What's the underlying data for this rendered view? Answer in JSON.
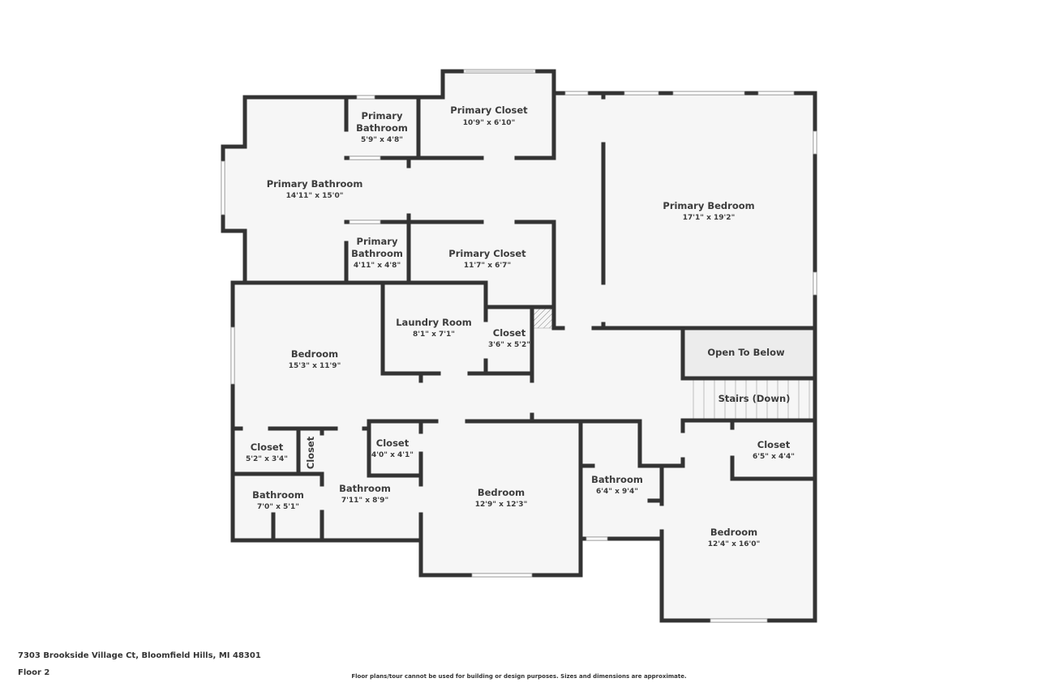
{
  "floorplan": {
    "address": "7303 Brookside Village Ct, Bloomfield Hills, MI 48301",
    "floor_label": "Floor 2",
    "disclaimer": "Floor plans/tour cannot be used for building or design purposes. Sizes and dimensions are approximate.",
    "colors": {
      "wall": "#333333",
      "floor": "#f6f6f6",
      "open_to_below": "#ececec",
      "text": "#3c3c3c"
    },
    "rooms": [
      {
        "name_line1": "Primary",
        "name_line2": "Bathroom",
        "dimensions": "5'9\" x 4'8\""
      },
      {
        "name": "Primary Closet",
        "dimensions": "10'9\" x 6'10\""
      },
      {
        "name": "Primary Bathroom",
        "dimensions": "14'11\" x 15'0\""
      },
      {
        "name": "Primary Bedroom",
        "dimensions": "17'1\" x 19'2\""
      },
      {
        "name_line1": "Primary",
        "name_line2": "Bathroom",
        "dimensions": "4'11\" x 4'8\""
      },
      {
        "name": "Primary Closet",
        "dimensions": "11'7\" x 6'7\""
      },
      {
        "name": "Laundry Room",
        "dimensions": "8'1\" x 7'1\""
      },
      {
        "name": "Closet",
        "dimensions": "3'6\" x 5'2\""
      },
      {
        "name": "Bedroom",
        "dimensions": "15'3\" x 11'9\""
      },
      {
        "name": "Open To Below"
      },
      {
        "name": "Stairs (Down)"
      },
      {
        "name": "Closet",
        "dimensions": "5'2\" x 3'4\""
      },
      {
        "name": "Closet"
      },
      {
        "name": "Closet",
        "dimensions": "4'0\" x 4'1\""
      },
      {
        "name": "Bathroom",
        "dimensions": "7'0\" x 5'1\""
      },
      {
        "name": "Bathroom",
        "dimensions": "7'11\" x 8'9\""
      },
      {
        "name": "Bedroom",
        "dimensions": "12'9\" x 12'3\""
      },
      {
        "name": "Bathroom",
        "dimensions": "6'4\" x 9'4\""
      },
      {
        "name": "Closet",
        "dimensions": "6'5\" x 4'4\""
      },
      {
        "name": "Bedroom",
        "dimensions": "12'4\" x 16'0\""
      }
    ]
  }
}
